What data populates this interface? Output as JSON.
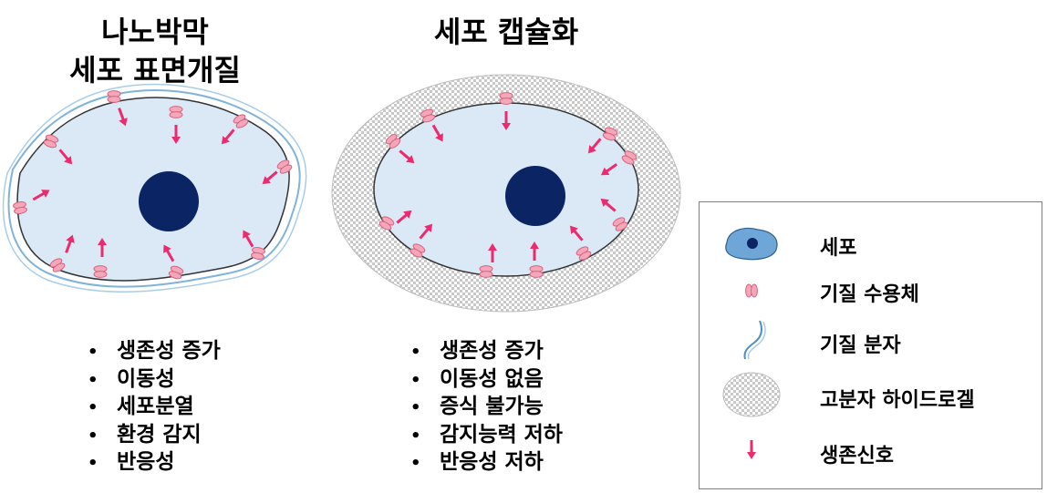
{
  "panels": {
    "left": {
      "title_line1": "나노박막",
      "title_line2": "세포 표면개질",
      "bullets": [
        "생존성 증가",
        "이동성",
        "세포분열",
        "환경 감지",
        "반응성"
      ]
    },
    "right": {
      "title": "세포 캡슐화",
      "bullets": [
        "생존성 증가",
        "이동성 없음",
        "증식 불가능",
        "감지능력 저하",
        "반응성 저하"
      ]
    }
  },
  "legend": {
    "cell": "세포",
    "receptor": "기질 수용체",
    "matrix_molecule": "기질 분자",
    "hydrogel": "고분자 하이드로겔",
    "survival_signal": "생존신호"
  },
  "bullet_symbol": "•",
  "colors": {
    "cell_fill": "#dbe9f7",
    "nucleus": "#0b2463",
    "receptor": "#f4a7b9",
    "arrow": "#ee2a6e",
    "membrane_wave": "#7fb3dc",
    "gel_dots": "#c8c8c8",
    "legend_cell": "#6fa6d8"
  }
}
